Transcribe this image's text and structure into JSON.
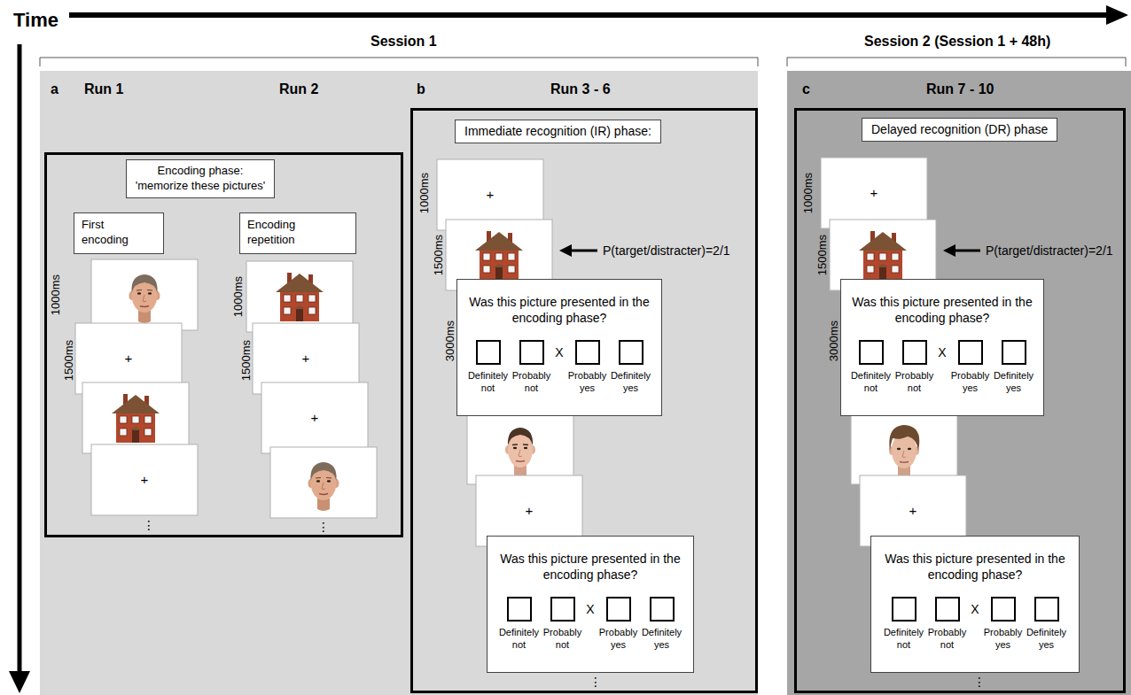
{
  "diagram": {
    "nodes": [
      {
        "text": [
          "Run 1",
          "Run 2"
        ]
      },
      {
        "text": [
          "Encoding phase: 'memorize these pictures'"
        ],
        "in": 0
      },
      {
        "text": [
          "First encoding"
        ],
        "in": 0
      },
      {
        "text": [
          "Encoding repetition"
        ],
        "in": 0
      },
      {
        "text": [
          "+"
        ],
        "in": 0
      },
      {
        "text": [
          "+"
        ],
        "in": 0
      },
      {
        "text": [
          "+"
        ],
        "in": 0
      },
      {
        "text": [
          "+"
        ],
        "in": 0
      },
      {
        "text": [
          "Run 3 - 6"
        ]
      },
      {
        "text": [
          "Immediate recognition (IR) phase:"
        ],
        "in": 8
      },
      {
        "text": [
          "+"
        ],
        "in": 8
      },
      {
        "text": [
          "Was this picture presented in the encoding phase?",
          "Definitely not",
          "Probably not",
          "X",
          "Probably yes",
          "Definitely yes"
        ],
        "in": 8
      },
      {
        "text": [
          "+"
        ],
        "in": 8
      },
      {
        "text": [
          "Was this picture presented in the encoding phase?",
          "Definitely not",
          "Probably not",
          "X",
          "Probably yes",
          "Definitely yes"
        ],
        "in": 8
      },
      {
        "text": [
          "Run 7 - 10"
        ]
      },
      {
        "text": [
          "Delayed recognition (DR) phase"
        ],
        "in": 14
      },
      {
        "text": [
          "+"
        ],
        "in": 14
      },
      {
        "text": [
          "Was this picture presented in the encoding phase?",
          "Definitely not",
          "Probably not",
          "X",
          "Probably yes",
          "Definitely yes"
        ],
        "in": 14
      },
      {
        "text": [
          "+"
        ],
        "in": 14
      },
      {
        "text": [
          "Was this picture presented in the encoding phase?",
          "Definitely not",
          "Probably not",
          "X",
          "Probably yes",
          "Definitely yes"
        ],
        "in": 14
      }
    ],
    "labels": [
      "Time",
      "Session 1",
      "Session 2 (Session 1 + 48h)",
      "a",
      "1000ms",
      "1500ms",
      "1000ms",
      "1500ms",
      "⋮",
      "⋮",
      "b",
      "1000ms",
      "1500ms",
      "3000ms",
      "P(target/distracter)=2/1",
      "⋮",
      "c",
      "1000ms",
      "1500ms",
      "3000ms",
      "P(target/distracter)=2/1",
      "⋮"
    ]
  }
}
